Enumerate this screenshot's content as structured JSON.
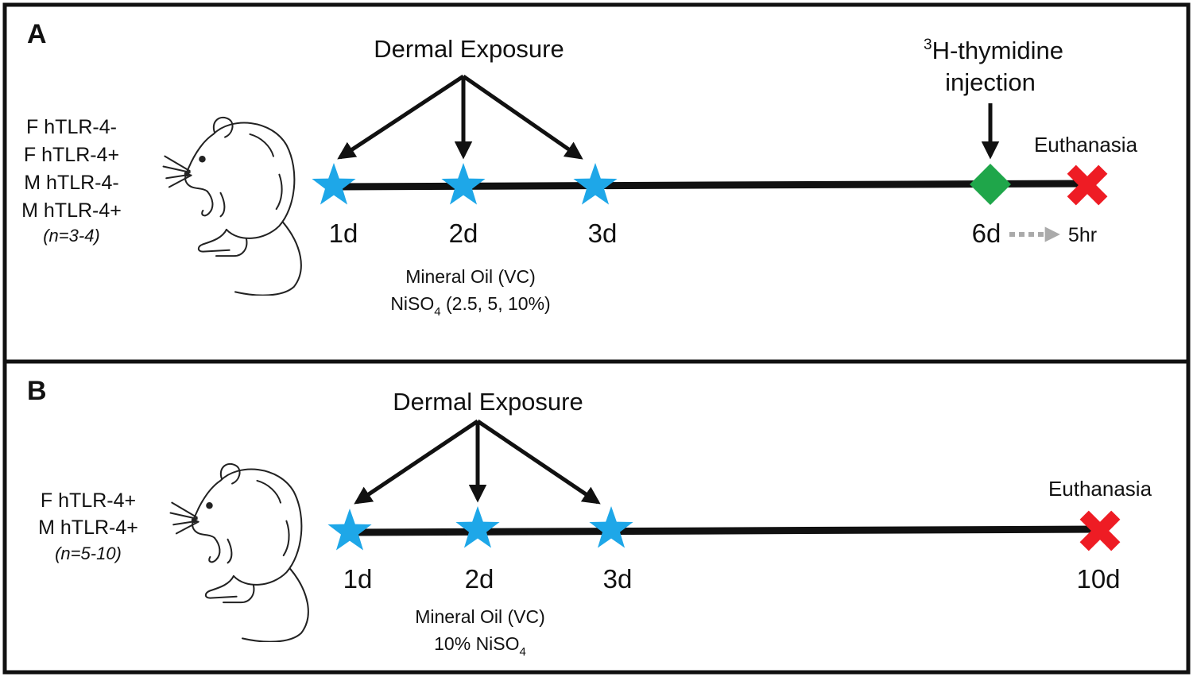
{
  "panels": [
    {
      "letter": "A",
      "groups": [
        "F hTLR-4-",
        "F hTLR-4+",
        "M hTLR-4-",
        "M hTLR-4+"
      ],
      "n": "(n=3-4)",
      "exposure_title": "Dermal Exposure",
      "days": [
        "1d",
        "2d",
        "3d"
      ],
      "treatment": {
        "line1": "Mineral Oil (VC)",
        "line2_pre": "NiSO",
        "line2_sub": "4",
        "line2_post": " (2.5, 5, 10%)"
      },
      "injection": {
        "sup": "3",
        "line1": "H-thymidine",
        "line2": "injection",
        "day": "6d",
        "color": "#1fa64a"
      },
      "interval": "5hr",
      "end_label": "Euthanasia"
    },
    {
      "letter": "B",
      "groups": [
        "F hTLR-4+",
        "M hTLR-4+"
      ],
      "n": "(n=5-10)",
      "exposure_title": "Dermal Exposure",
      "days": [
        "1d",
        "2d",
        "3d"
      ],
      "treatment": {
        "line1": "Mineral Oil (VC)",
        "line2_pre": "10% NiSO",
        "line2_sub": "4"
      },
      "end_day": "10d",
      "end_label": "Euthanasia"
    }
  ],
  "icons": {
    "subject": "mouse-icon",
    "exposure": "star-icon",
    "injection": "diamond-icon",
    "endpoint": "x-cross-icon"
  },
  "colors": {
    "star": "#1ea7e8",
    "cross": "#ee1c24",
    "dotted_arrow": "#aaaaaa",
    "line": "#111111"
  }
}
